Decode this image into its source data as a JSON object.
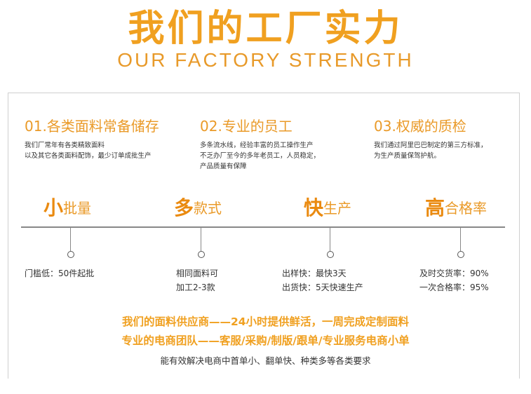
{
  "header": {
    "title_cn": "我们的工厂实力",
    "title_en": "OUR FACTORY STRENGTH"
  },
  "features": [
    {
      "title": "01.各类面料常备储存",
      "desc": "我们厂常年有各类精致面料\n以及其它各类面料配饰，最少订单成批生产"
    },
    {
      "title": "02.专业的员工",
      "desc": "多条流水线，经验丰富的员工操作生产\n不乏办厂至今的多年老员工，人员稳定，\n产品质量有保障"
    },
    {
      "title": "03.权威的质检",
      "desc": "我们通过阿里巴巴制定的第三方标准，\n为生产质量保驾护航。"
    }
  ],
  "keywords": [
    {
      "big": "小",
      "rest": "批量"
    },
    {
      "big": "多",
      "rest": "款式"
    },
    {
      "big": "快",
      "rest": "生产"
    },
    {
      "big": "高",
      "rest": "合格率"
    }
  ],
  "notes": [
    "门槛低：50件起批",
    "相同面料可\n加工2-3款",
    "出样快：最快3天\n出货快：5天快速生产",
    "及时交货率：90%\n一次合格率：95%"
  ],
  "promo": {
    "line1": "我们的面料供应商——24小时提供鲜活，一周完成定制面料",
    "line2": "专业的电商团队——客服/采购/制版/跟单/专业服务电商小单",
    "line3": "能有效解决电商中首单小、翻单快、种类多等各类要求"
  },
  "colors": {
    "accent": "#f0a020",
    "timeline": "#888888"
  }
}
